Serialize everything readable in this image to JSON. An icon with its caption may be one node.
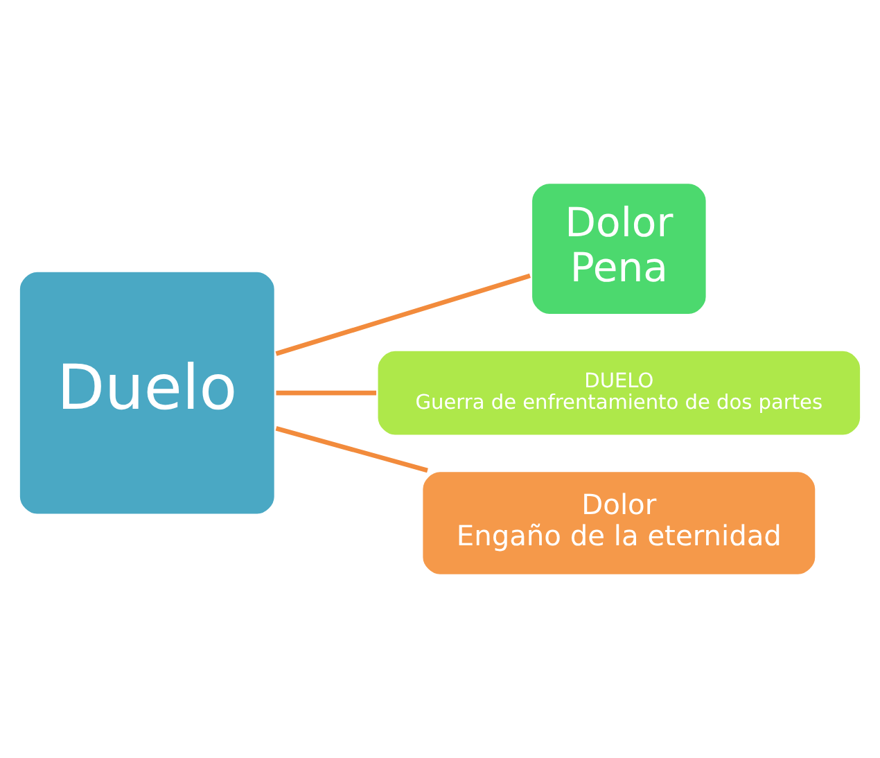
{
  "diagram": {
    "nodes": [
      {
        "text": [
          "Duelo"
        ]
      },
      {
        "text": [
          "Dolor",
          "Pena"
        ]
      },
      {
        "text": [
          "DUELO",
          "Guerra de enfrentamiento de dos partes"
        ]
      },
      {
        "text": [
          "Dolor",
          "Engaño de la eternidad"
        ]
      }
    ],
    "edges": [
      {
        "from": 0,
        "to": 1,
        "arrow": "none"
      },
      {
        "from": 0,
        "to": 2,
        "arrow": "none"
      },
      {
        "from": 0,
        "to": 3,
        "arrow": "none"
      }
    ]
  }
}
